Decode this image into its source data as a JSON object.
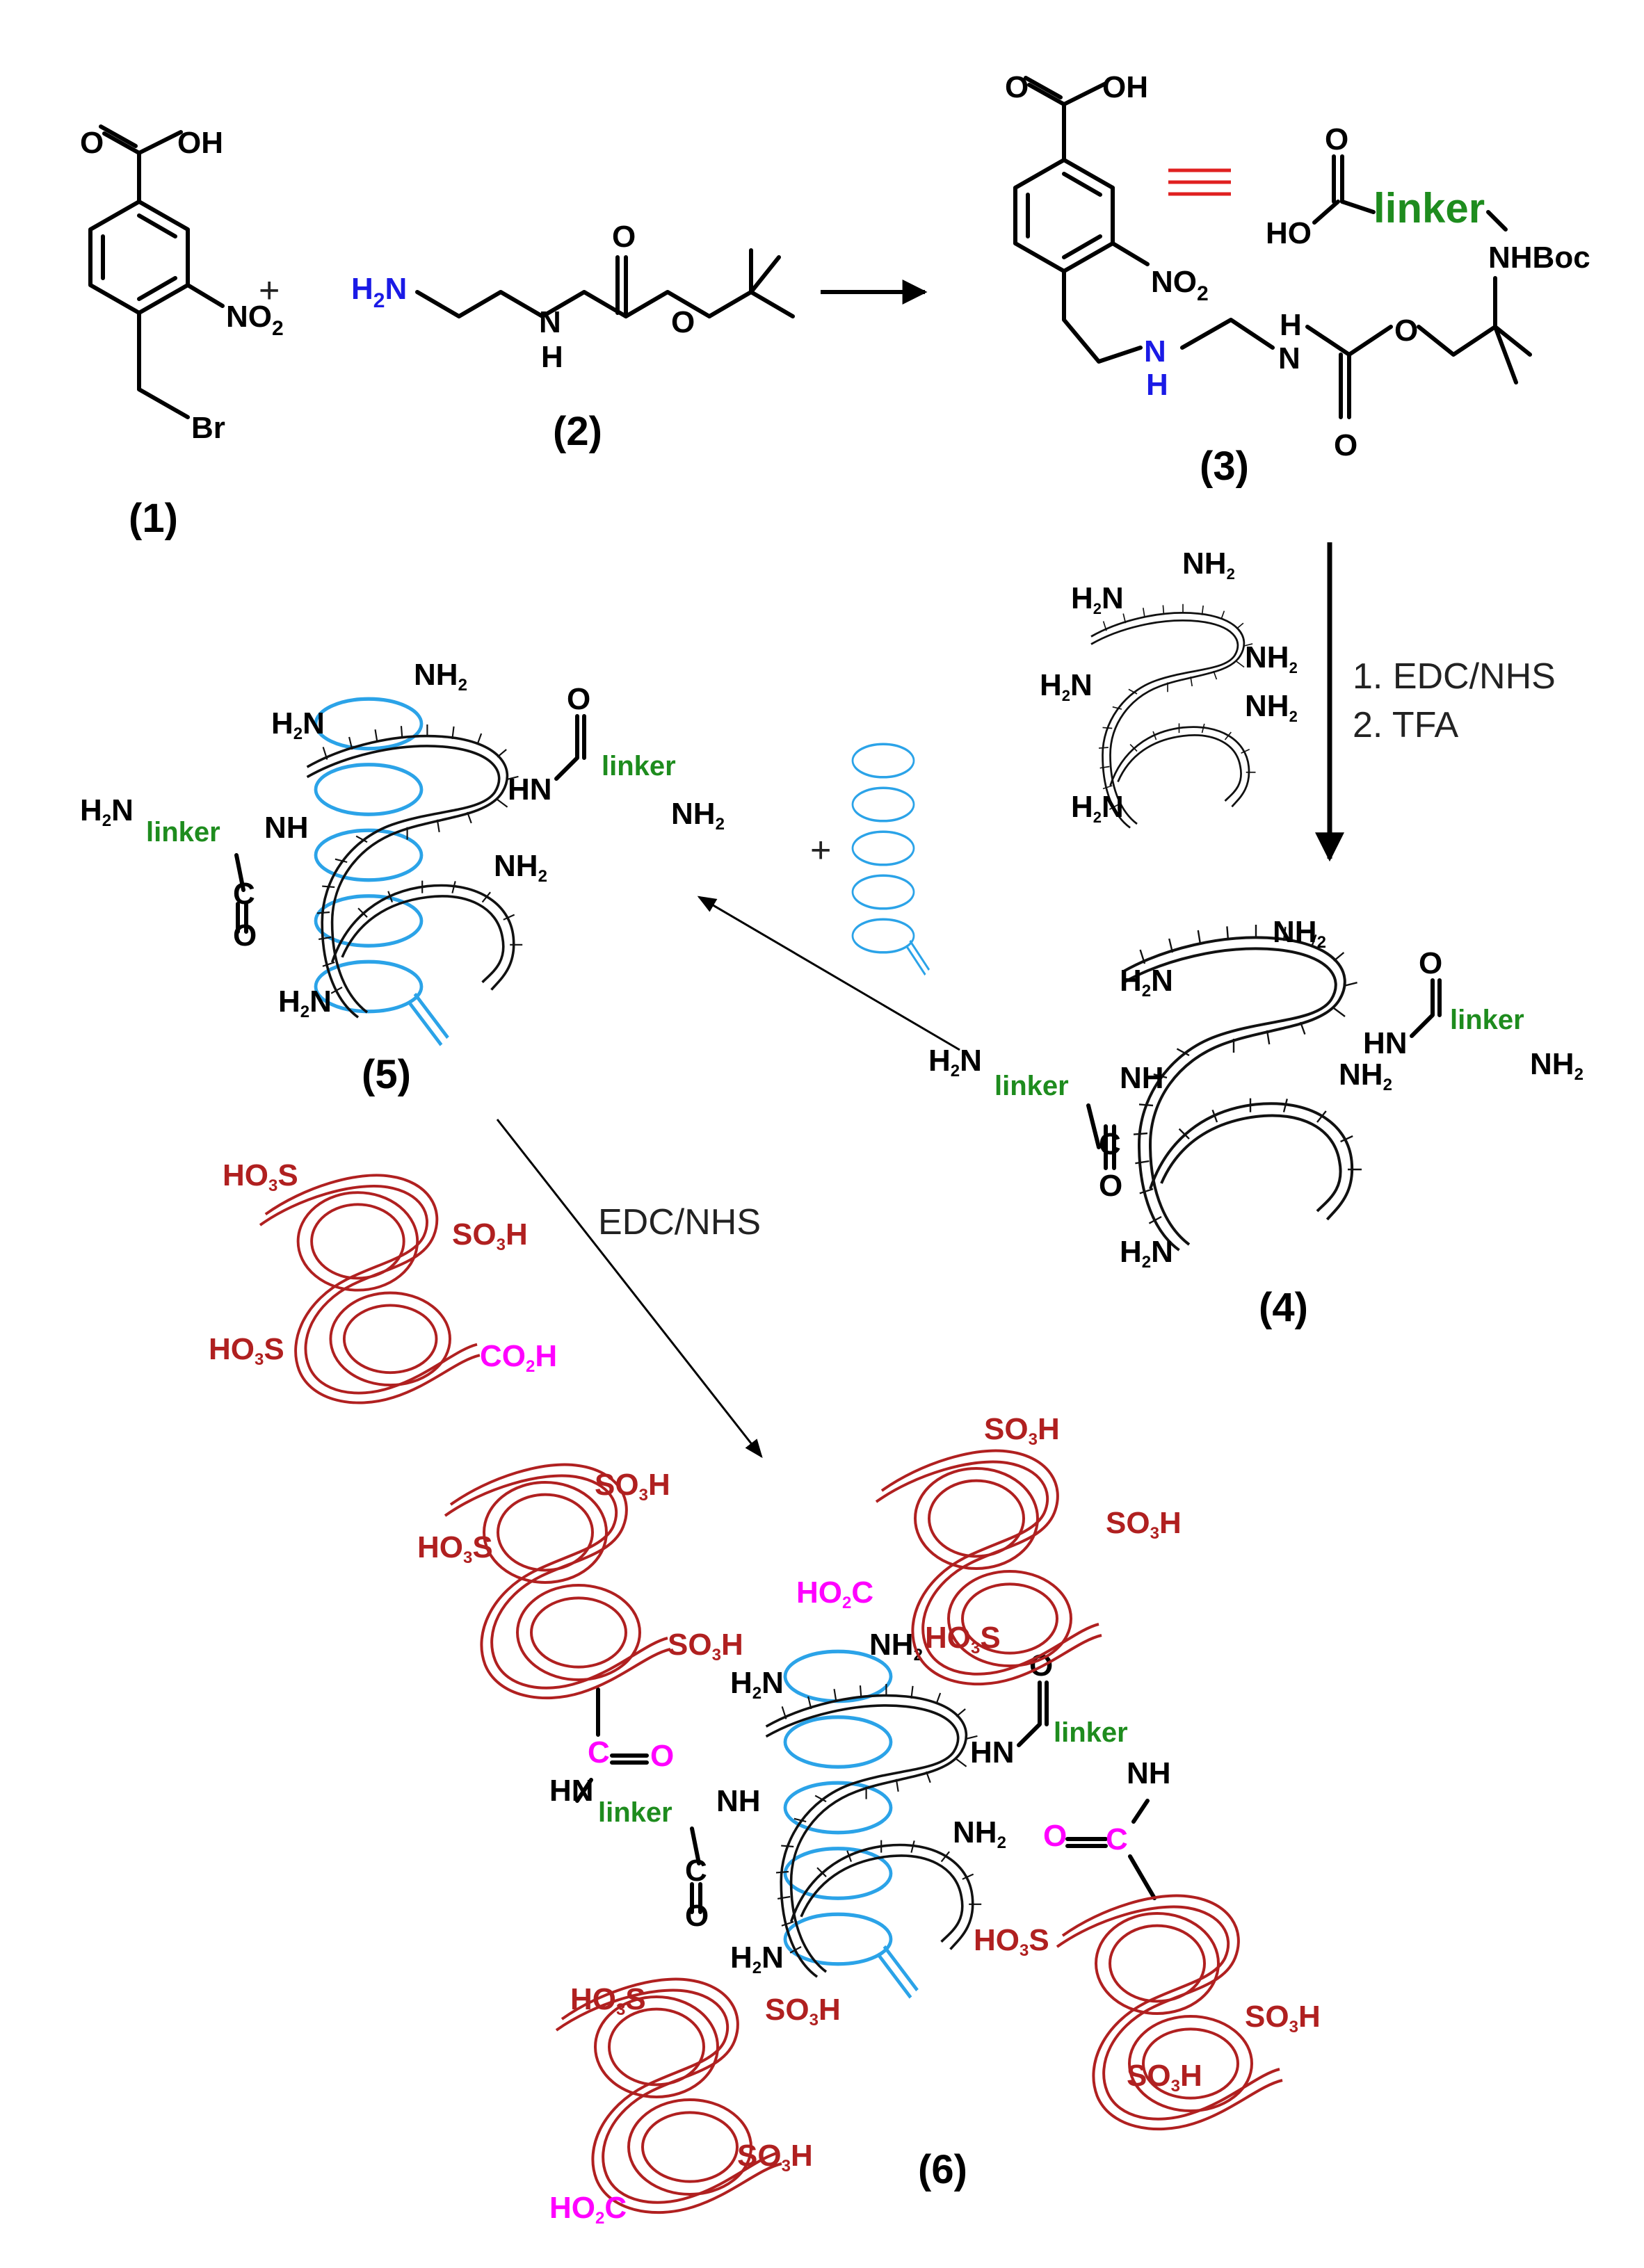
{
  "colors": {
    "black": "#000000",
    "amine_blue": "#1a1ae6",
    "linker_green": "#1e8c1e",
    "sulfo_red": "#b02020",
    "carboxyl_magenta": "#ff00ff",
    "helix_blue": "#2ba3e8",
    "equiv_red": "#e02020"
  },
  "compounds": {
    "c1": {
      "label": "(1)",
      "oh": "OH",
      "o": "O",
      "no2": "NO",
      "no2_sub": "2",
      "br": "Br"
    },
    "c2": {
      "label": "(2)",
      "h2n": "H",
      "h2n_sub": "2",
      "h2n_n": "N",
      "nh_n": "N",
      "nh_h": "H",
      "o1": "O",
      "o2": "O"
    },
    "c3": {
      "label": "(3)",
      "oh": "OH",
      "o": "O",
      "no2": "NO",
      "no2_sub": "2",
      "nh_n": "N",
      "nh_h": "H",
      "carb_n": "N",
      "carb_h": "H",
      "o1": "O",
      "o2": "O"
    },
    "c3_equiv": {
      "o": "O",
      "ho": "HO",
      "linker": "linker",
      "nhboc": "NHBoc"
    },
    "c4": {
      "label": "(4)"
    },
    "c5": {
      "label": "(5)"
    },
    "c6": {
      "label": "(6)"
    }
  },
  "plus_sign": "+",
  "conditions": {
    "step_3_4": {
      "line1": "1. EDC/NHS",
      "line2": "2. TFA"
    },
    "step_5_6": "EDC/NHS"
  },
  "groups": {
    "nh2": "NH",
    "h2n": "H",
    "h2n_n": "N",
    "sub2": "2",
    "nh": "NH",
    "hn": "HN",
    "c": "C",
    "o": "O",
    "linker": "linker",
    "so3h": "SO",
    "so3h_sub": "3",
    "so3h_h": "H",
    "ho3s_ho": "HO",
    "ho3s_s": "S",
    "co2h": "CO",
    "co2h_h": "H",
    "ho2c_ho": "HO",
    "ho2c_c": "C"
  }
}
